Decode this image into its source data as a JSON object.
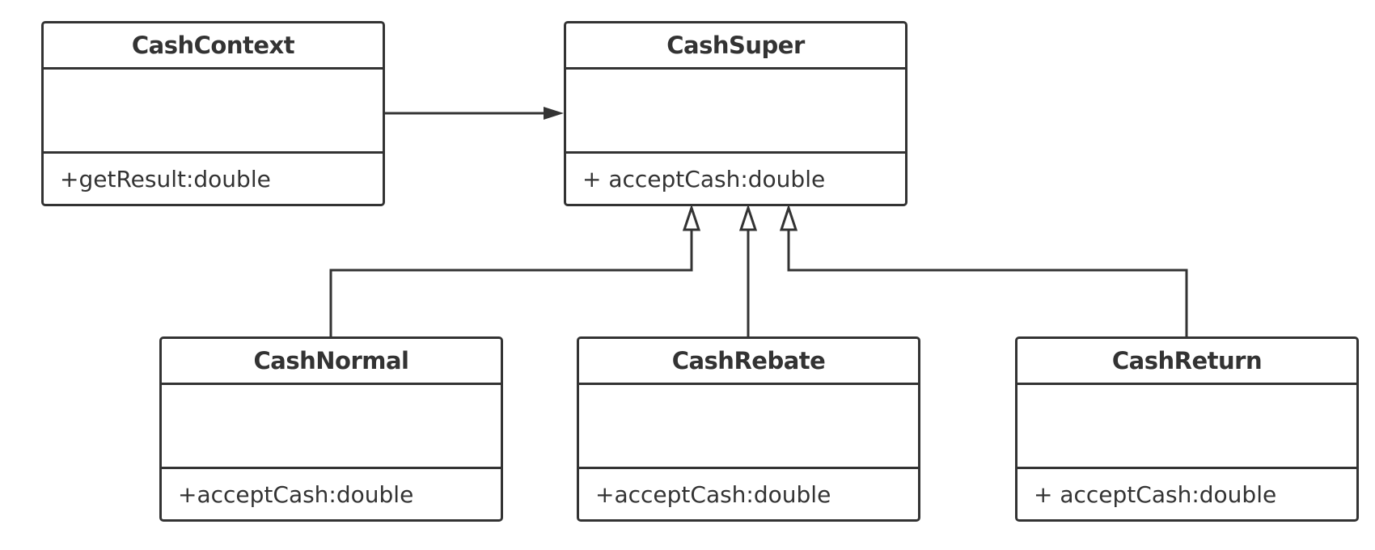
{
  "diagram": {
    "line_color": "#333333",
    "background": "#ffffff",
    "classes": {
      "context": {
        "name": "CashContext",
        "method": "+getResult:double"
      },
      "super": {
        "name": "CashSuper",
        "method": "+ acceptCash:double"
      },
      "normal": {
        "name": "CashNormal",
        "method": "+acceptCash:double"
      },
      "rebate": {
        "name": "CashRebate",
        "method": "+acceptCash:double"
      },
      "return": {
        "name": "CashReturn",
        "method": "+ acceptCash:double"
      }
    },
    "relations": [
      {
        "from": "CashContext",
        "to": "CashSuper",
        "type": "association"
      },
      {
        "from": "CashNormal",
        "to": "CashSuper",
        "type": "generalization"
      },
      {
        "from": "CashRebate",
        "to": "CashSuper",
        "type": "generalization"
      },
      {
        "from": "CashReturn",
        "to": "CashSuper",
        "type": "generalization"
      }
    ]
  }
}
